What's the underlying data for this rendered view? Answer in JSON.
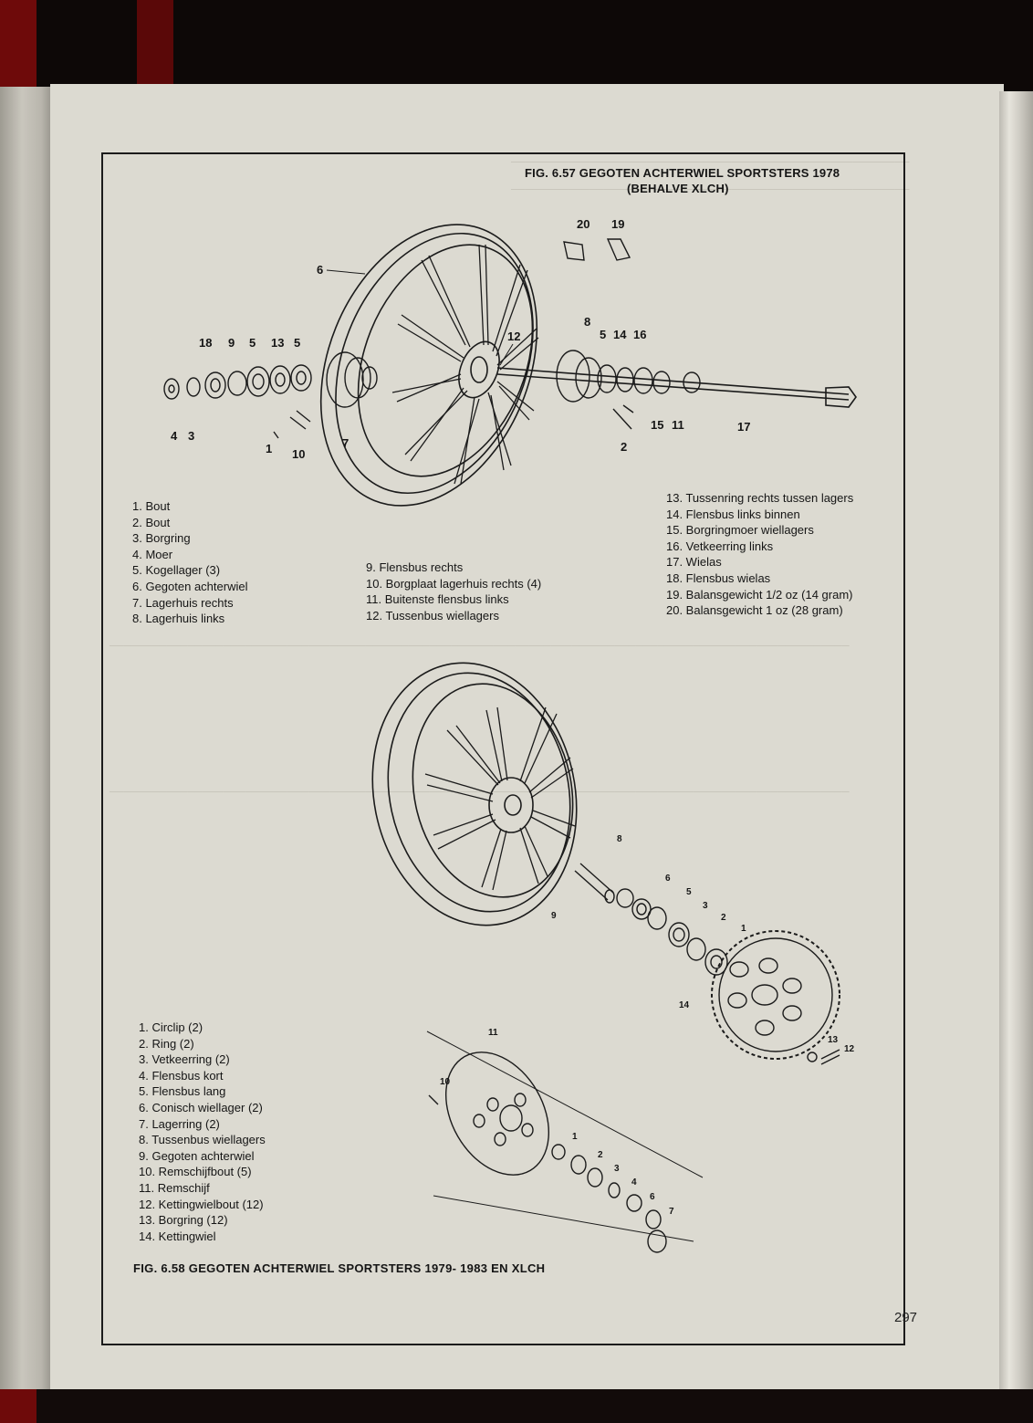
{
  "figure57": {
    "title_line1": "FIG. 6.57 GEGOTEN ACHTERWIEL SPORTSTERS 1978",
    "title_line2": "(BEHALVE XLCH)",
    "callouts": [
      "20",
      "19",
      "6",
      "8",
      "12",
      "5",
      "14",
      "16",
      "18",
      "9",
      "5",
      "13",
      "5",
      "4",
      "3",
      "1",
      "10",
      "7",
      "15",
      "11",
      "17",
      "2"
    ],
    "legend_col1": [
      "1. Bout",
      "2. Bout",
      "3. Borgring",
      "4. Moer",
      "5. Kogellager (3)",
      "6. Gegoten achterwiel",
      "7. Lagerhuis rechts",
      "8. Lagerhuis links"
    ],
    "legend_col2": [
      "9. Flensbus rechts",
      "10. Borgplaat lagerhuis rechts (4)",
      "11. Buitenste flensbus links",
      "12. Tussenbus wiellagers"
    ],
    "legend_col3": [
      "13. Tussenring rechts tussen lagers",
      "14. Flensbus links binnen",
      "15. Borgringmoer wiellagers",
      "16. Vetkeerring links",
      "17. Wielas",
      "18. Flensbus wielas",
      "19. Balansgewicht 1/2 oz (14 gram)",
      "20. Balansgewicht 1 oz (28 gram)"
    ]
  },
  "figure58": {
    "title": "FIG. 6.58 GEGOTEN ACHTERWIEL SPORTSTERS 1979- 1983 EN XLCH",
    "callouts": [
      "8",
      "6",
      "5",
      "3",
      "2",
      "1",
      "14",
      "13",
      "12",
      "9",
      "11",
      "10",
      "1",
      "2",
      "3",
      "4",
      "6",
      "7"
    ],
    "legend": [
      "1. Circlip (2)",
      "2. Ring (2)",
      "3. Vetkeerring (2)",
      "4. Flensbus kort",
      "5. Flensbus lang",
      "6. Conisch wiellager (2)",
      "7. Lagerring (2)",
      "8. Tussenbus wiellagers",
      "9. Gegoten achterwiel",
      "10. Remschijfbout (5)",
      "11. Remschijf",
      "12. Kettingwielbout (12)",
      "13. Borgring (12)",
      "14. Kettingwiel"
    ]
  },
  "page_number": "297",
  "colors": {
    "paper": "#dcdad1",
    "ink": "#151515",
    "ghost_text": "#c4c1b7"
  }
}
